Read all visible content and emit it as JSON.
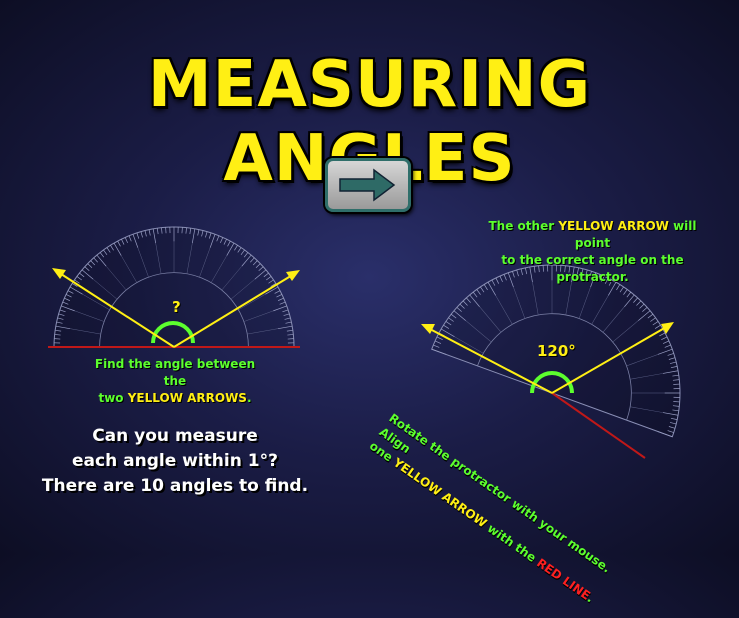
{
  "title": "MEASURING ANGLES",
  "next_button": {
    "icon": "right-arrow-icon"
  },
  "left_demo": {
    "question_mark": "?",
    "caption_line1": "Find the angle between the",
    "caption_line2_pre": "two ",
    "caption_line2_highlight": "YELLOW ARROWS",
    "caption_line2_post": "."
  },
  "right_demo": {
    "angle_label": "120°",
    "hint_line1_pre": "The other ",
    "hint_line1_highlight": "YELLOW ARROW",
    "hint_line1_post": " will point",
    "hint_line2": "to the correct angle on the protractor.",
    "rotate_line1": "Rotate the protractor with your mouse. Align",
    "rotate_line2_pre": "one ",
    "rotate_line2_highlight": "YELLOW ARROW",
    "rotate_line2_mid": " with the ",
    "rotate_line2_red": "RED LINE",
    "rotate_line2_post": "."
  },
  "instructions": {
    "line1": "Can you measure",
    "line2": "each angle within 1°?",
    "line3": "There are 10 angles to find."
  },
  "protractor_left": {
    "rotation_deg": 0,
    "show_angle_deg": 30
  },
  "protractor_right": {
    "rotation_deg": 20
  },
  "colors": {
    "title": "#ffef14",
    "caption": "#5cff2e",
    "arrow": "#ffef14",
    "red_line": "#ff2020"
  }
}
